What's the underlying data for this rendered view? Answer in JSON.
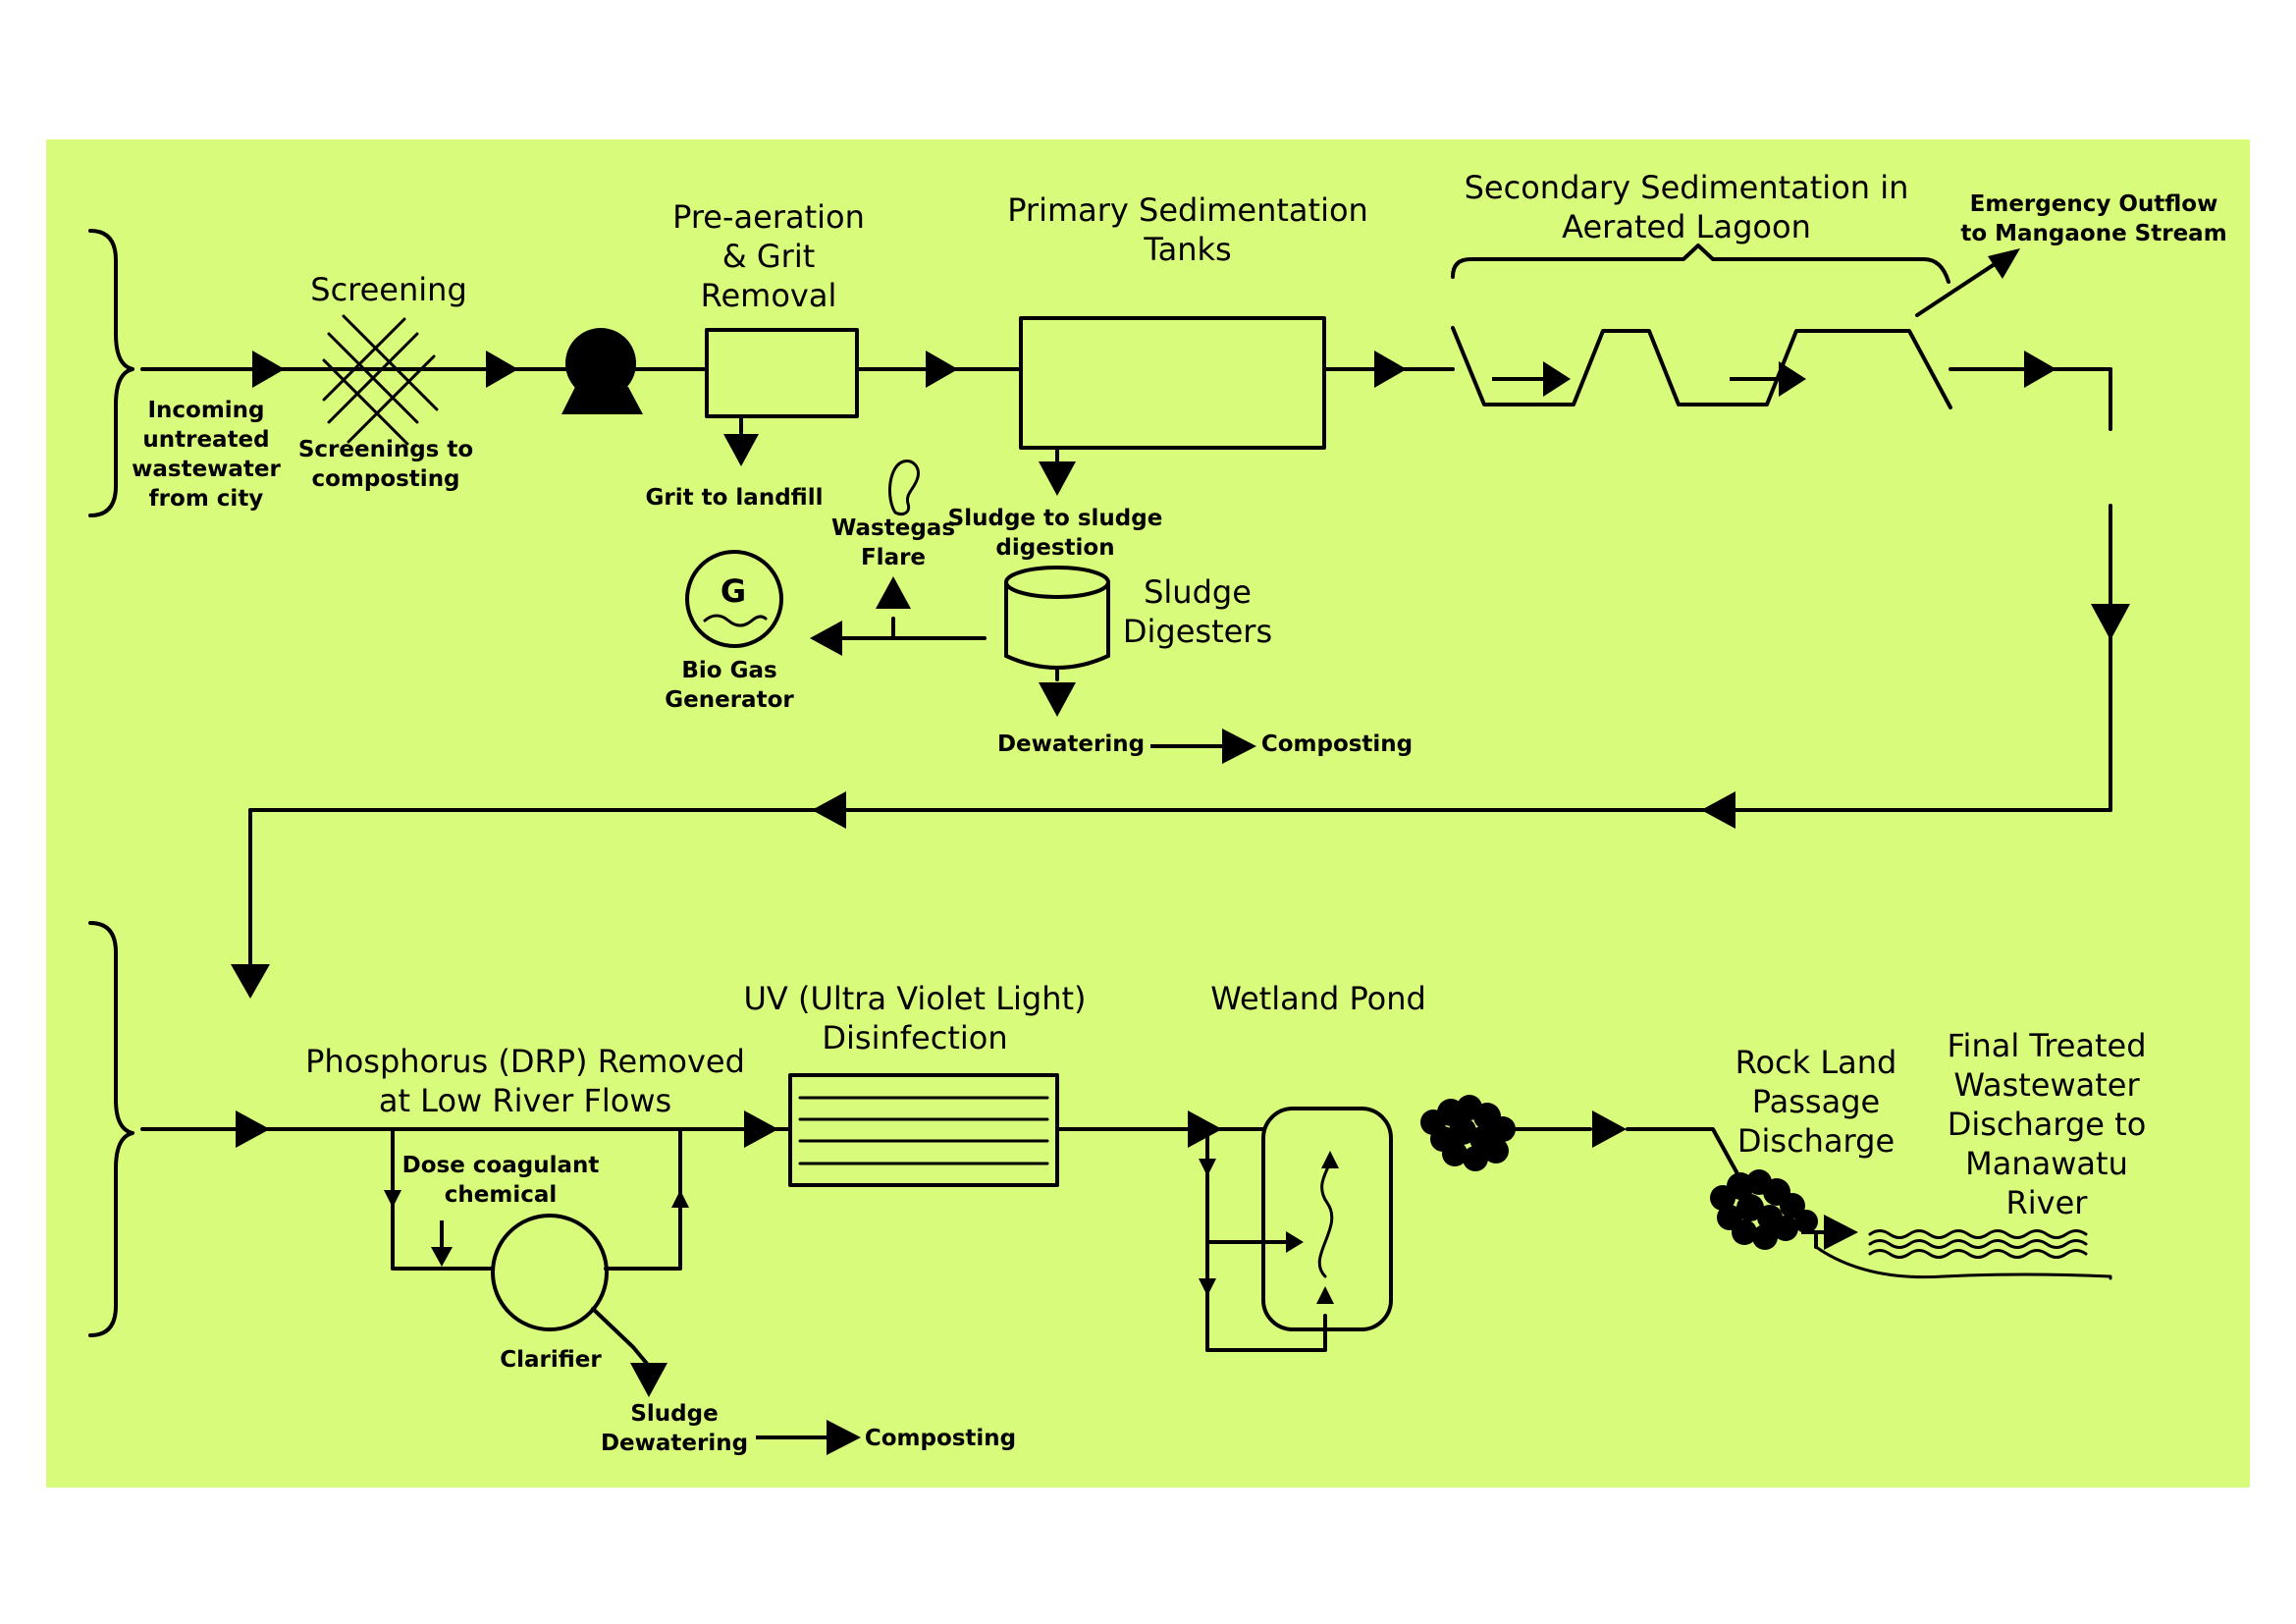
{
  "colors": {
    "panel": "#d9fb7c",
    "ink": "#000000"
  },
  "labels": {
    "incoming": [
      "Incoming",
      "untreated",
      "wastewater",
      "from city"
    ],
    "screening": [
      "Screening"
    ],
    "screenings": [
      "Screenings to",
      "composting"
    ],
    "preaeration": [
      "Pre-aeration",
      "& Grit",
      "Removal"
    ],
    "grit": [
      "Grit to landfill"
    ],
    "primary": [
      "Primary Sedimentation",
      "Tanks"
    ],
    "sludge_digestion": [
      "Sludge to sludge",
      "digestion"
    ],
    "secondary": [
      "Secondary Sedimentation in",
      "Aerated Lagoon"
    ],
    "emergency": [
      "Emergency Outflow",
      "to Mangaone Stream"
    ],
    "wastegas": [
      "Wastegas",
      "Flare"
    ],
    "biogas": [
      "Bio Gas",
      "Generator"
    ],
    "generator_letter": [
      "G"
    ],
    "digesters": [
      "Sludge",
      "Digesters"
    ],
    "dewatering": [
      "Dewatering"
    ],
    "composting1": [
      "Composting"
    ],
    "phosphorus": [
      "Phosphorus (DRP) Removed",
      "at Low River Flows"
    ],
    "dose": [
      "Dose coagulant",
      "chemical"
    ],
    "clarifier": [
      "Clarifier"
    ],
    "sludge_dewatering": [
      "Sludge",
      "Dewatering"
    ],
    "composting2": [
      "Composting"
    ],
    "uv": [
      "UV (Ultra Violet Light)",
      "Disinfection"
    ],
    "wetland": [
      "Wetland Pond"
    ],
    "rockland": [
      "Rock Land",
      "Passage",
      "Discharge"
    ],
    "final": [
      "Final Treated",
      "Wastewater",
      "Discharge to",
      "Manawatu",
      "River"
    ]
  },
  "icons": [
    "pump-icon",
    "screen-mesh-icon",
    "flare-icon",
    "generator-icon",
    "digester-tank-icon",
    "rocks-icon",
    "river-icon"
  ]
}
